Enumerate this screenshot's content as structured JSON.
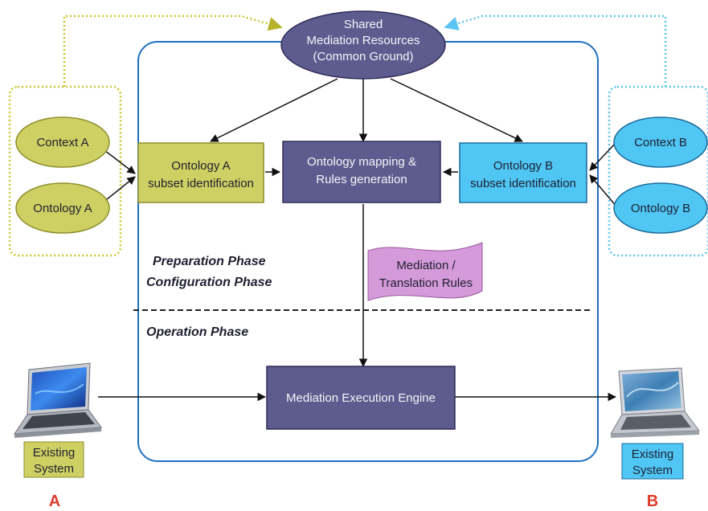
{
  "colors": {
    "olive": "#cfd063",
    "olive_border": "#8e8f2d",
    "navy": "#5e5c8f",
    "navy_border": "#2f2d57",
    "cyan": "#4fc6f4",
    "cyan_border": "#1c6c9b",
    "pink": "#d59ad9",
    "frame": "#1f6fc0",
    "olive_dotted": "#cbc52f",
    "cyan_dotted": "#5cc4f2",
    "side_letter": "#e03b2a"
  },
  "nodes": {
    "shared_resources": [
      "Shared",
      "Mediation Resources",
      "(Common Ground)"
    ],
    "context_a": "Context A",
    "ontology_a": "Ontology A",
    "context_b": "Context B",
    "ontology_b": "Ontology B",
    "ontology_a_subset": [
      "Ontology A",
      "subset identification"
    ],
    "ontology_b_subset": [
      "Ontology B",
      "subset identification"
    ],
    "mapping": [
      "Ontology mapping &",
      "Rules generation"
    ],
    "rules_doc": [
      "Mediation /",
      "Translation Rules"
    ],
    "engine": "Mediation Execution Engine",
    "existing_a": [
      "Existing",
      "System"
    ],
    "existing_b": [
      "Existing",
      "System"
    ]
  },
  "phases": {
    "preparation": "Preparation Phase",
    "configuration": "Configuration Phase",
    "operation": "Operation Phase"
  },
  "sides": {
    "a": "A",
    "b": "B"
  },
  "icons": {
    "laptop_a": "laptop-icon",
    "laptop_b": "laptop-icon"
  }
}
